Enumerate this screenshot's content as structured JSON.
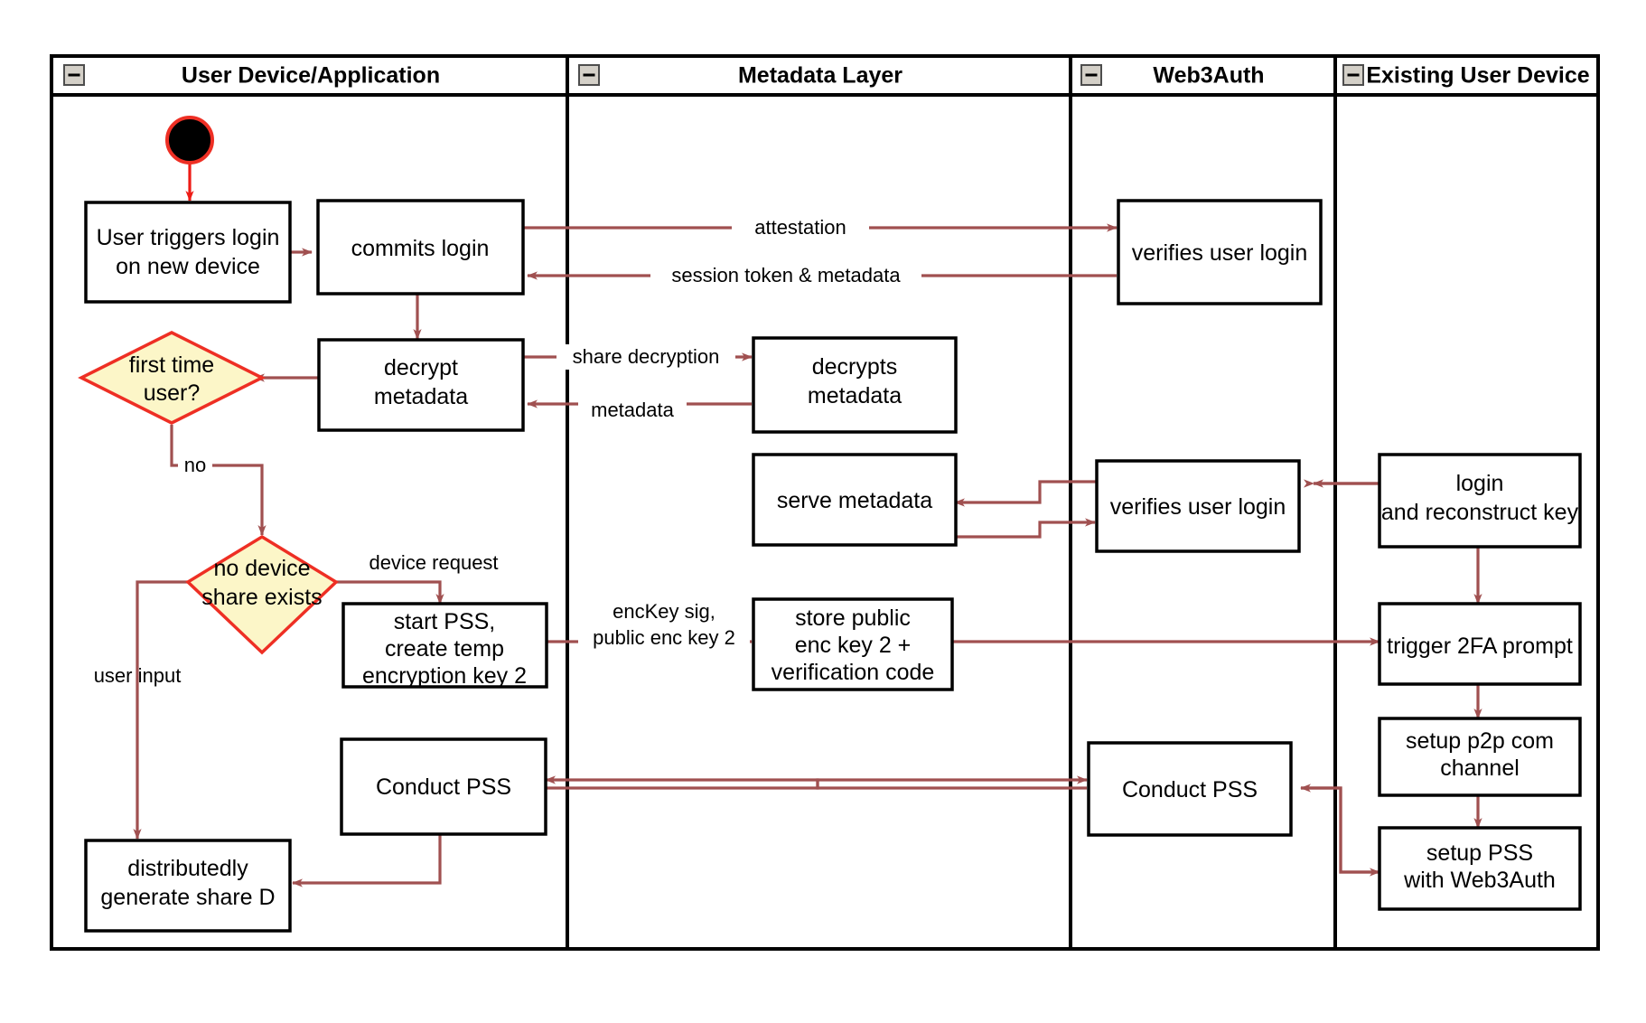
{
  "diagram": {
    "type": "swimlane-activity-flowchart",
    "colors": {
      "edge": "#a05050",
      "start_edge": "#ee1c16",
      "decision_fill": "#fcf6c8",
      "decision_stroke": "#ee2f24",
      "box_fill": "#ffffff",
      "box_stroke": "#000000",
      "lane_stroke": "#000000",
      "collapse_icon_fill": "#d4d0c8"
    },
    "lanes": [
      {
        "id": "lane-user-device",
        "title": "User Device/Application",
        "collapse_icon": "collapse-minus-icon"
      },
      {
        "id": "lane-metadata",
        "title": "Metadata Layer",
        "collapse_icon": "collapse-minus-icon"
      },
      {
        "id": "lane-web3auth",
        "title": "Web3Auth",
        "collapse_icon": "collapse-minus-icon"
      },
      {
        "id": "lane-existing",
        "title": "Existing User Device",
        "collapse_icon": "collapse-minus-icon"
      }
    ],
    "start_node": {
      "id": "start",
      "shape": "filled-circle",
      "lane": "lane-user-device"
    },
    "nodes": [
      {
        "id": "n-user-triggers",
        "lane": "lane-user-device",
        "shape": "rect",
        "lines": [
          "User triggers login",
          "on new device"
        ]
      },
      {
        "id": "n-commits-login",
        "lane": "lane-user-device",
        "shape": "rect",
        "lines": [
          "commits login"
        ]
      },
      {
        "id": "n-decrypt-metadata",
        "lane": "lane-user-device",
        "shape": "rect",
        "lines": [
          "decrypt",
          "metadata"
        ]
      },
      {
        "id": "n-first-time-user",
        "lane": "lane-user-device",
        "shape": "diamond",
        "lines": [
          "first time",
          "user?"
        ]
      },
      {
        "id": "n-no-device-share",
        "lane": "lane-user-device",
        "shape": "diamond",
        "lines": [
          "no device",
          "share exists"
        ]
      },
      {
        "id": "n-start-pss",
        "lane": "lane-user-device",
        "shape": "rect",
        "lines": [
          "start PSS,",
          "create temp",
          "encryption key 2"
        ]
      },
      {
        "id": "n-conduct-pss-user",
        "lane": "lane-user-device",
        "shape": "rect",
        "lines": [
          "Conduct PSS"
        ]
      },
      {
        "id": "n-generate-share-d",
        "lane": "lane-user-device",
        "shape": "rect",
        "lines": [
          "distributedly",
          "generate share D"
        ]
      },
      {
        "id": "n-decrypts-metadata",
        "lane": "lane-metadata",
        "shape": "rect",
        "lines": [
          "decrypts",
          "metadata"
        ]
      },
      {
        "id": "n-serve-metadata",
        "lane": "lane-metadata",
        "shape": "rect",
        "lines": [
          "serve metadata"
        ]
      },
      {
        "id": "n-store-pubkey",
        "lane": "lane-metadata",
        "shape": "rect",
        "lines": [
          "store public",
          "enc key 2 +",
          "verification code"
        ]
      },
      {
        "id": "n-verifies-login-1",
        "lane": "lane-web3auth",
        "shape": "rect",
        "lines": [
          "verifies user login"
        ]
      },
      {
        "id": "n-verifies-login-2",
        "lane": "lane-web3auth",
        "shape": "rect",
        "lines": [
          "verifies user login"
        ]
      },
      {
        "id": "n-conduct-pss-w3a",
        "lane": "lane-web3auth",
        "shape": "rect",
        "lines": [
          "Conduct PSS"
        ]
      },
      {
        "id": "n-login-reconstruct",
        "lane": "lane-existing",
        "shape": "rect",
        "lines": [
          "login",
          "and reconstruct key"
        ]
      },
      {
        "id": "n-trigger-2fa",
        "lane": "lane-existing",
        "shape": "rect",
        "lines": [
          "trigger 2FA prompt"
        ]
      },
      {
        "id": "n-setup-p2p",
        "lane": "lane-existing",
        "shape": "rect",
        "lines": [
          "setup p2p com",
          "channel"
        ]
      },
      {
        "id": "n-setup-pss-w3a",
        "lane": "lane-existing",
        "shape": "rect",
        "lines": [
          "setup PSS",
          "with Web3Auth"
        ]
      }
    ],
    "edge_labels": [
      {
        "id": "lbl-attestation",
        "text": "attestation"
      },
      {
        "id": "lbl-session-token",
        "text": "session token & metadata"
      },
      {
        "id": "lbl-share-decrypt",
        "text": "share decryption"
      },
      {
        "id": "lbl-metadata",
        "text": "metadata"
      },
      {
        "id": "lbl-no",
        "text": "no"
      },
      {
        "id": "lbl-device-request",
        "text": "device request"
      },
      {
        "id": "lbl-user-input",
        "text": "user input"
      },
      {
        "id": "lbl-enckey-line1",
        "text": "encKey sig,"
      },
      {
        "id": "lbl-enckey-line2",
        "text": "public enc key 2"
      }
    ]
  }
}
